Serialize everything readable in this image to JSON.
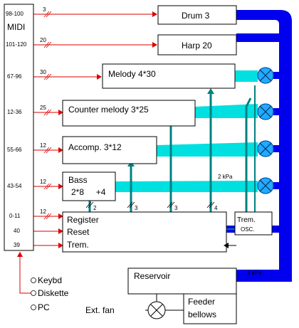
{
  "midi": {
    "title": "MIDI",
    "ranges": [
      "98-100",
      "101-120",
      "67-96",
      "12-36",
      "55-66",
      "43-54",
      "0-11",
      "40",
      "39"
    ]
  },
  "channel_counts": [
    "3",
    "20",
    "30",
    "25",
    "12",
    "12",
    "12"
  ],
  "boxes": {
    "drum": "Drum 3",
    "harp": "Harp  20",
    "melody": "Melody  4*30",
    "counter": "Counter melody  3*25",
    "accomp": "Accomp. 3*12",
    "bass_line1": "Bass",
    "bass_line2": "2*8     +4",
    "register_line1": "Register",
    "register_line2": "Reset",
    "register_line3": "Trem.",
    "trem_line1": "Trem.",
    "trem_line2": "OSC.",
    "reservoir": "Reservoir",
    "feeder_line1": "Feeder",
    "feeder_line2": "bellows"
  },
  "bus_counts": [
    "2",
    "3",
    "3",
    "4"
  ],
  "pressures": {
    "low": "2 kPa",
    "high": "3 kPa"
  },
  "inputs": [
    "Keybd",
    "Diskette",
    "PC"
  ],
  "fan_label": "Ext. fan",
  "colors": {
    "signal": "#dd0000",
    "wind_high": "#0000ee",
    "wind_low": "#00e0e0",
    "bus": "#008080",
    "valve": "#22aaff"
  }
}
